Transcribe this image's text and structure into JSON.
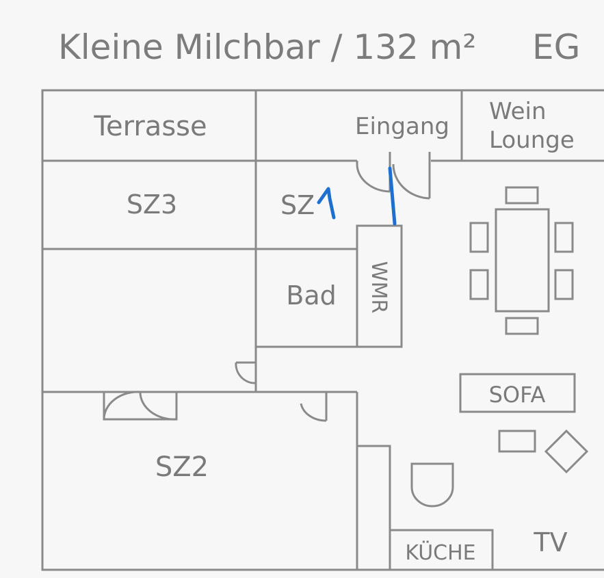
{
  "title": "Kleine Milchbar / 132 m²",
  "floor": "EG",
  "rooms": {
    "terrasse": "Terrasse",
    "eingang": "Eingang",
    "wein_lounge_line1": "Wein",
    "wein_lounge_line2": "Lounge",
    "sz3": "SZ3",
    "sz1": "SZ",
    "bad": "Bad",
    "wmr": "WMR",
    "sofa": "SOFA",
    "sz2": "SZ2",
    "kueche": "KÜCHE",
    "tv": "TV"
  },
  "annotation": {
    "handwritten": "1",
    "color": "#1f6fd1"
  }
}
